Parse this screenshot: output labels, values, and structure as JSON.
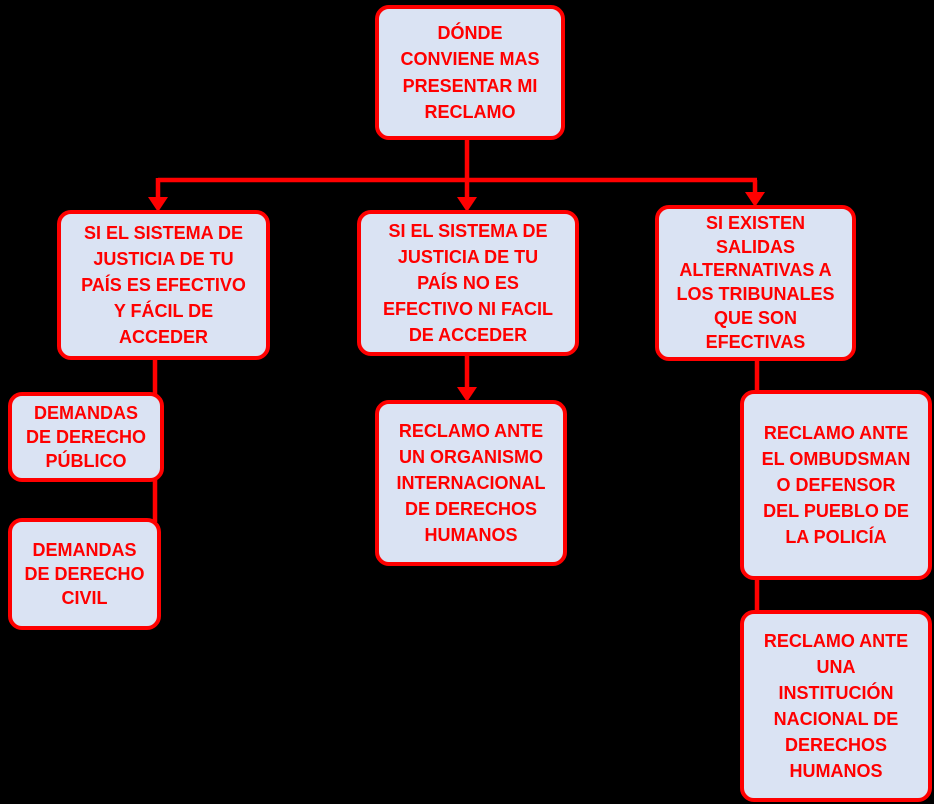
{
  "colors": {
    "background": "#000000",
    "node_fill": "#dae3f3",
    "line": "#ff0000",
    "text": "#ff0000"
  },
  "nodes": {
    "root": {
      "label": "DÓNDE\nCONVIENE MAS\nPRESENTAR MI\nRECLAMO"
    },
    "effective_system": {
      "label": "SI EL SISTEMA DE\nJUSTICIA DE TU\nPAÍS ES EFECTIVO\nY FÁCIL DE\nACCEDER"
    },
    "ineffective_system": {
      "label": "SI EL SISTEMA DE\nJUSTICIA DE TU\nPAÍS NO ES\nEFECTIVO NI FACIL\nDE ACCEDER"
    },
    "alternatives": {
      "label": "SI EXISTEN\nSALIDAS\nALTERNATIVAS A\nLOS TRIBUNALES\nQUE SON\nEFECTIVAS"
    },
    "public_law_claims": {
      "label": "DEMANDAS\nDE DERECHO\nPÚBLICO"
    },
    "civil_law_claims": {
      "label": "DEMANDAS\nDE DERECHO\nCIVIL"
    },
    "international_body": {
      "label": "RECLAMO ANTE\nUN ORGANISMO\nINTERNACIONAL\nDE DERECHOS\nHUMANOS"
    },
    "ombudsman": {
      "label": "RECLAMO ANTE\nEL OMBUDSMAN\nO DEFENSOR\nDEL PUEBLO DE\nLA POLICÍA"
    },
    "national_institution": {
      "label": "RECLAMO ANTE\nUNA\nINSTITUCIÓN\nNACIONAL DE\nDERECHOS\nHUMANOS"
    }
  },
  "edges": [
    {
      "from": "root",
      "to": "effective_system",
      "arrow": true
    },
    {
      "from": "root",
      "to": "ineffective_system",
      "arrow": true
    },
    {
      "from": "root",
      "to": "alternatives",
      "arrow": true
    },
    {
      "from": "effective_system",
      "to": "public_law_claims",
      "arrow": false
    },
    {
      "from": "public_law_claims",
      "to": "civil_law_claims",
      "arrow": false
    },
    {
      "from": "ineffective_system",
      "to": "international_body",
      "arrow": true
    },
    {
      "from": "alternatives",
      "to": "ombudsman",
      "arrow": false
    },
    {
      "from": "ombudsman",
      "to": "national_institution",
      "arrow": false
    }
  ]
}
